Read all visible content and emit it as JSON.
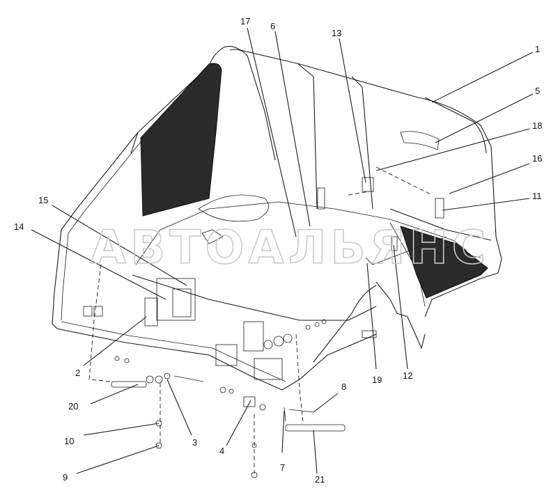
{
  "diagram": {
    "watermark": "АВТОАЛЬЯНС",
    "callouts": [
      {
        "id": "1",
        "label": "1"
      },
      {
        "id": "5",
        "label": "5"
      },
      {
        "id": "18",
        "label": "18"
      },
      {
        "id": "16",
        "label": "16"
      },
      {
        "id": "11",
        "label": "11"
      },
      {
        "id": "17",
        "label": "17"
      },
      {
        "id": "6",
        "label": "6"
      },
      {
        "id": "13",
        "label": "13"
      },
      {
        "id": "15",
        "label": "15"
      },
      {
        "id": "14",
        "label": "14"
      },
      {
        "id": "2",
        "label": "2"
      },
      {
        "id": "20",
        "label": "20"
      },
      {
        "id": "3",
        "label": "3"
      },
      {
        "id": "10",
        "label": "10"
      },
      {
        "id": "9",
        "label": "9"
      },
      {
        "id": "4",
        "label": "4"
      },
      {
        "id": "7",
        "label": "7"
      },
      {
        "id": "8",
        "label": "8"
      },
      {
        "id": "21",
        "label": "21"
      },
      {
        "id": "19",
        "label": "19"
      },
      {
        "id": "12",
        "label": "12"
      }
    ]
  }
}
